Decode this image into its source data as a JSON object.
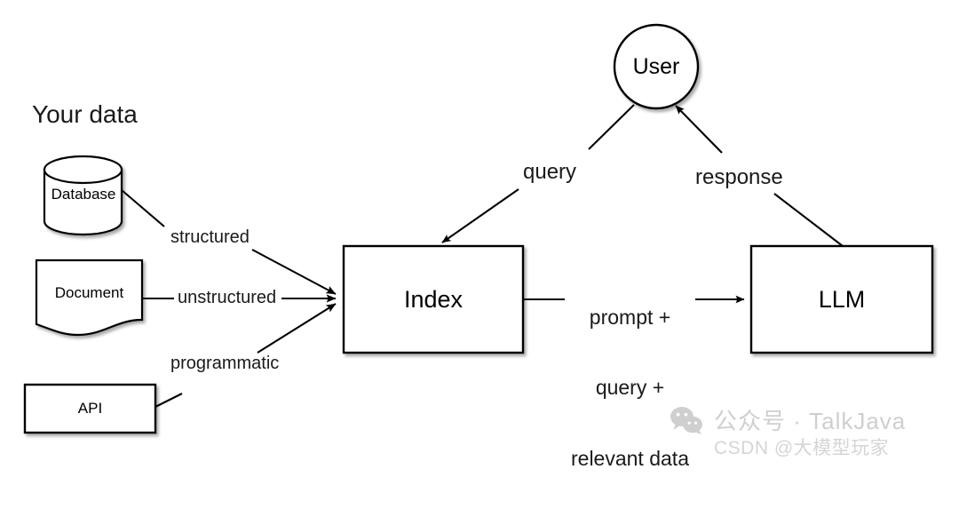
{
  "diagram": {
    "title": "Your data",
    "nodes": {
      "database": {
        "label": "Database",
        "shape": "cylinder"
      },
      "document": {
        "label": "Document",
        "shape": "document"
      },
      "api": {
        "label": "API",
        "shape": "rectangle"
      },
      "index": {
        "label": "Index",
        "shape": "rectangle"
      },
      "llm": {
        "label": "LLM",
        "shape": "rectangle"
      },
      "user": {
        "label": "User",
        "shape": "circle"
      }
    },
    "edge_labels": {
      "structured": "structured",
      "unstructured": "unstructured",
      "programmatic": "programmatic",
      "query": "query",
      "response": "response",
      "prompt_line1": "prompt +",
      "prompt_line2": "query +",
      "prompt_line3": "relevant data"
    },
    "colors": {
      "stroke": "#000000",
      "fill": "#ffffff",
      "background": "#ffffff",
      "text": "#000000",
      "watermark": "#cfcfcf"
    }
  },
  "watermark": {
    "icon": "wechat-icon",
    "line1": "公众号 · TalkJava",
    "line2": "CSDN @大模型玩家"
  }
}
